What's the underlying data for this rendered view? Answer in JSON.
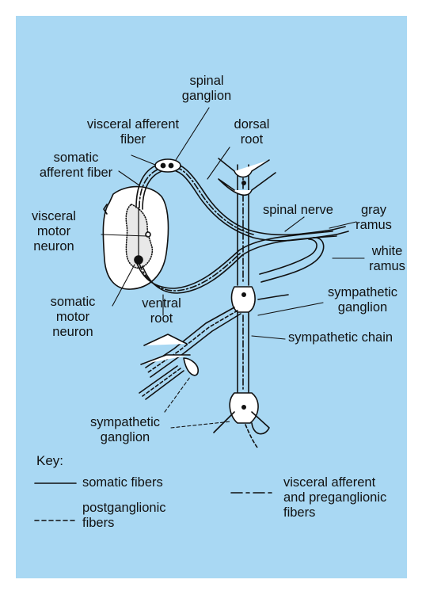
{
  "colors": {
    "background": "#a9d8f3",
    "stroke": "#111111",
    "tissue": "#ffffff"
  },
  "labels": {
    "spinal_ganglion": "spinal\nganglion",
    "visceral_afferent_fiber": "visceral afferent\nfiber",
    "dorsal_root": "dorsal\nroot",
    "somatic_afferent_fiber": "somatic\nafferent fiber",
    "visceral_motor_neuron": "visceral\nmotor\nneuron",
    "spinal_nerve": "spinal nerve",
    "gray_ramus": "gray\nramus",
    "white_ramus": "white\nramus",
    "sympathetic_ganglion_right": "sympathetic\nganglion",
    "somatic_motor_neuron": "somatic\nmotor\nneuron",
    "ventral_root": "ventral\nroot",
    "sympathetic_chain": "sympathetic chain",
    "sympathetic_ganglion_bottom": "sympathetic\nganglion"
  },
  "key": {
    "title": "Key:",
    "items": [
      {
        "style": "solid",
        "label": "somatic fibers"
      },
      {
        "style": "dashed",
        "label": "postganglionic\nfibers"
      },
      {
        "style": "dash-dot",
        "label": "visceral afferent\nand preganglionic\nfibers"
      }
    ]
  }
}
